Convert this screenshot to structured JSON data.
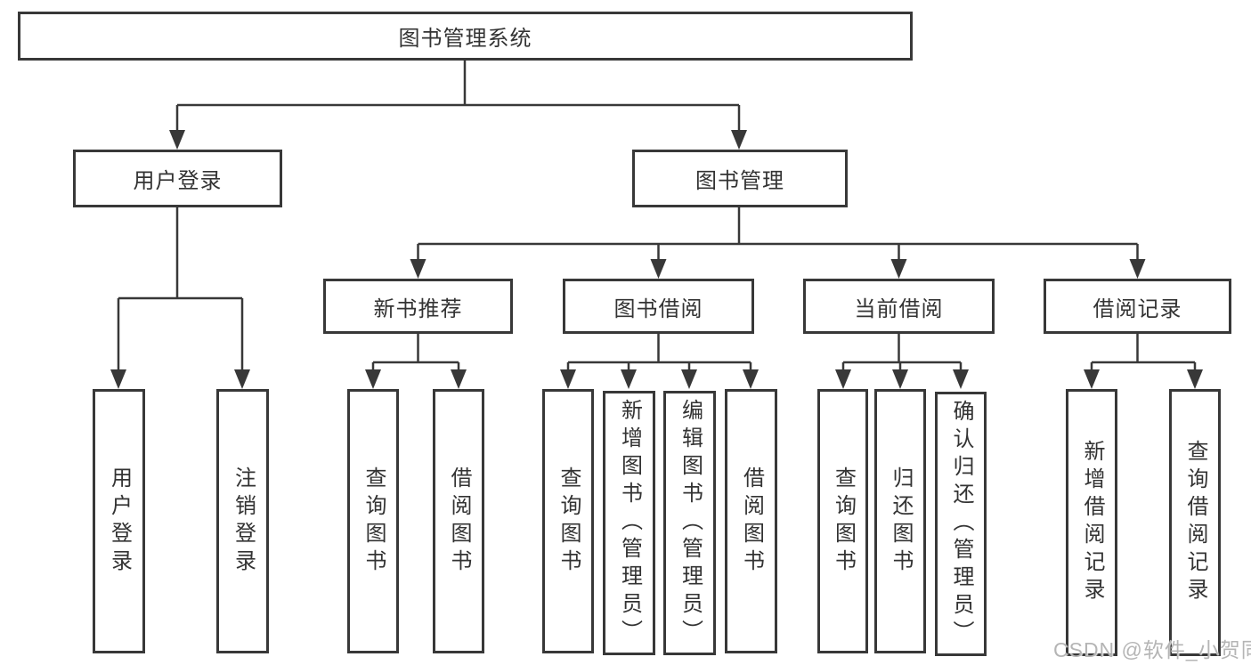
{
  "diagram": {
    "tree": {
      "label": "图书管理系统",
      "children": [
        {
          "label": "用户登录",
          "children": [
            {
              "label": "用户登录"
            },
            {
              "label": "注销登录"
            }
          ]
        },
        {
          "label": "图书管理",
          "children": [
            {
              "label": "新书推荐",
              "children": [
                {
                  "label": "查询图书"
                },
                {
                  "label": "借阅图书"
                }
              ]
            },
            {
              "label": "图书借阅",
              "children": [
                {
                  "label": "查询图书"
                },
                {
                  "label": "新增图书（管理员）"
                },
                {
                  "label": "编辑图书（管理员）"
                },
                {
                  "label": "借阅图书"
                }
              ]
            },
            {
              "label": "当前借阅",
              "children": [
                {
                  "label": "查询图书"
                },
                {
                  "label": "归还图书"
                },
                {
                  "label": "确认归还（管理员）"
                }
              ]
            },
            {
              "label": "借阅记录",
              "children": [
                {
                  "label": "新增借阅记录"
                },
                {
                  "label": "查询借阅记录"
                }
              ]
            }
          ]
        }
      ]
    },
    "colors": {
      "line": "#383838",
      "text": "#333333",
      "background": "#ffffff",
      "watermark": "#b5b5b5"
    }
  },
  "watermark": {
    "text": "CSDN @软件_小贺同学"
  }
}
